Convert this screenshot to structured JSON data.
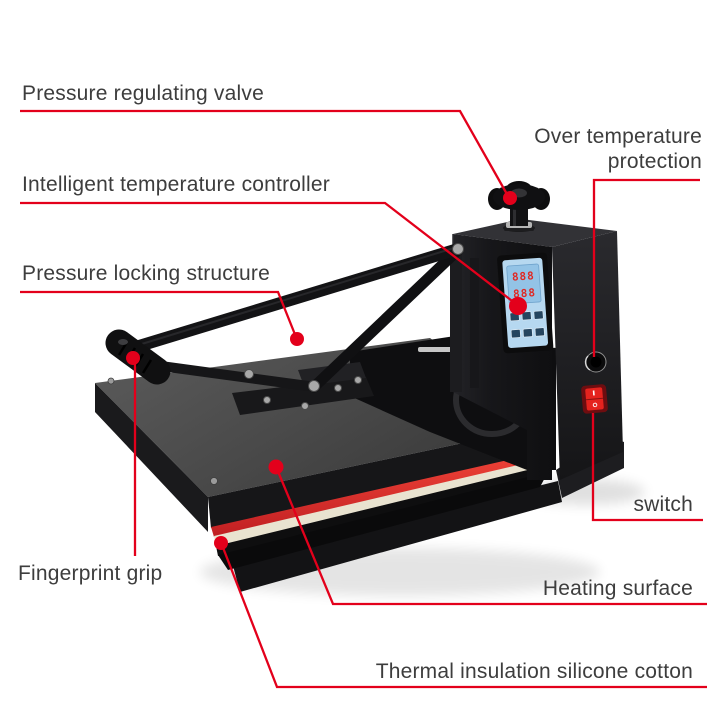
{
  "page": {
    "background": "#ffffff",
    "type": "product-annotation-diagram",
    "subject": "heat press machine"
  },
  "colors": {
    "accent_red": "#e3001b",
    "label_text": "#3d3d3d",
    "machine_black": "#141416",
    "plate_gray": "#4a4a4a",
    "panel_blue": "#b6d8f0",
    "cream_strip": "#e9e3d0",
    "switch_red": "#e5231e"
  },
  "labels": {
    "pressure_regulating_valve": "Pressure regulating valve",
    "over_temperature_protection_line1": "Over temperature",
    "over_temperature_protection_line2": "protection",
    "intelligent_temperature_controller": "Intelligent temperature controller",
    "pressure_locking_structure": "Pressure locking structure",
    "fingerprint_grip": "Fingerprint grip",
    "switch": "switch",
    "heating_surface": "Heating surface",
    "thermal_insulation_silicone_cotton": "Thermal insulation silicone cotton"
  },
  "controller_display": {
    "top_row": "888",
    "bottom_row": "888"
  }
}
